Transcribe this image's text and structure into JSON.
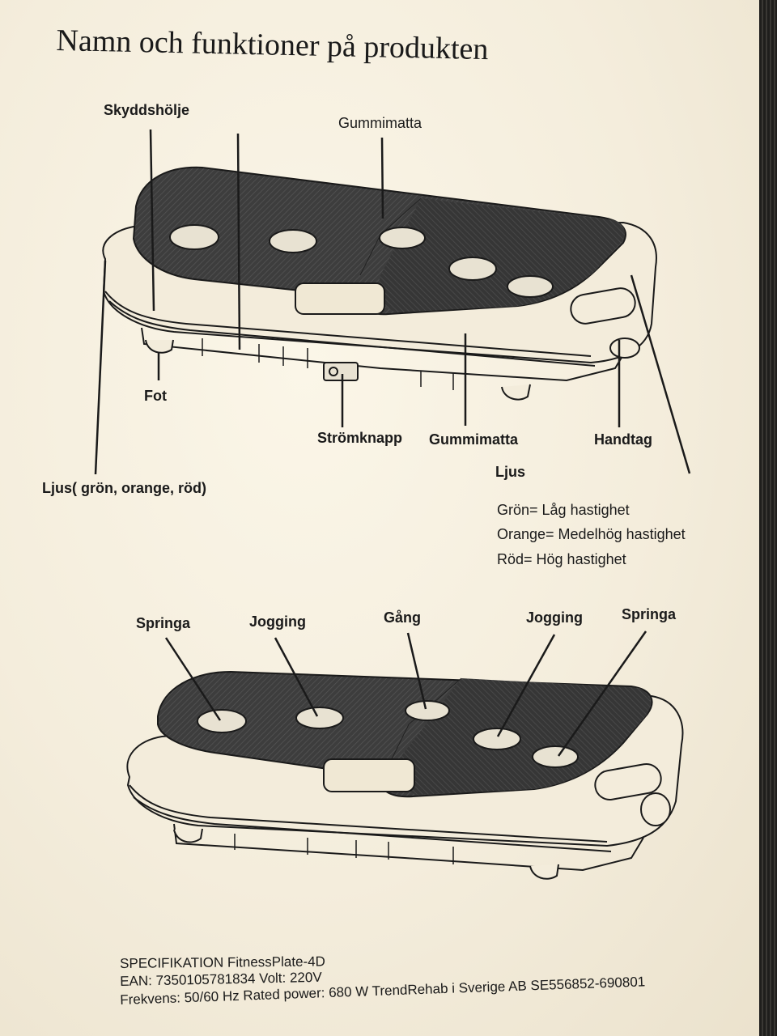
{
  "title": "Namn och funktioner på produkten",
  "diagram1": {
    "labels": {
      "skyddsholje": "Skyddshölje",
      "gummimatta_top": "Gummimatta",
      "fot": "Fot",
      "stromknapp": "Strömknapp",
      "gummimatta_bottom": "Gummimatta",
      "handtag": "Handtag",
      "ljus_colors": "Ljus( grön, orange, röd)"
    }
  },
  "ljus_legend": {
    "heading": "Ljus",
    "items": [
      "Grön= Låg hastighet",
      "Orange= Medelhög hastighet",
      "Röd= Hög hastighet"
    ]
  },
  "diagram2": {
    "labels": [
      "Springa",
      "Jogging",
      "Gång",
      "Jogging",
      "Springa"
    ]
  },
  "spec": {
    "line1": "SPECIFIKATION FitnessPlate-4D",
    "line2": "EAN: 7350105781834 Volt: 220V",
    "line3": "Frekvens: 50/60 Hz  Rated power: 680 W TrendRehab i Sverige AB SE556852-690801"
  }
}
